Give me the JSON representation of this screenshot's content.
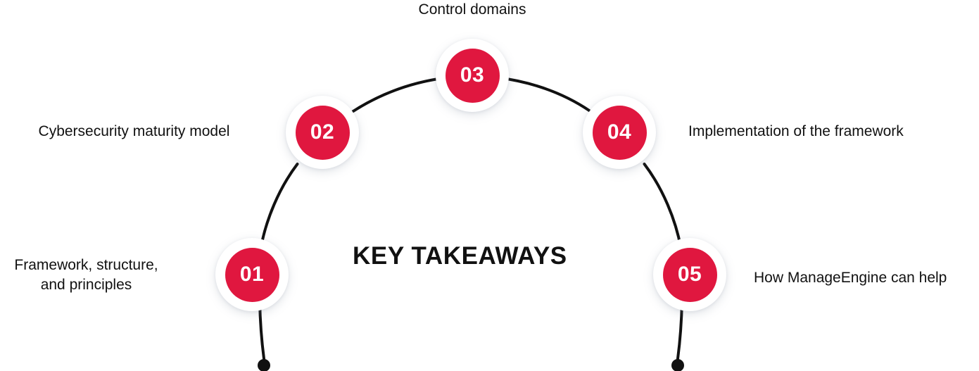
{
  "diagram": {
    "title": "KEY TAKEAWAYS",
    "type": "arc-numbered-steps",
    "background_color": "#ffffff",
    "accent_color": "#e0173f",
    "text_color": "#111111",
    "arc_color": "#111111",
    "steps": [
      {
        "number": "01",
        "label": "Framework, structure,\nand principles",
        "side": "left"
      },
      {
        "number": "02",
        "label": "Cybersecurity maturity model",
        "side": "left"
      },
      {
        "number": "03",
        "label": "Control domains",
        "side": "top"
      },
      {
        "number": "04",
        "label": "Implementation of the framework",
        "side": "right"
      },
      {
        "number": "05",
        "label": "How ManageEngine can help",
        "side": "right"
      }
    ]
  }
}
